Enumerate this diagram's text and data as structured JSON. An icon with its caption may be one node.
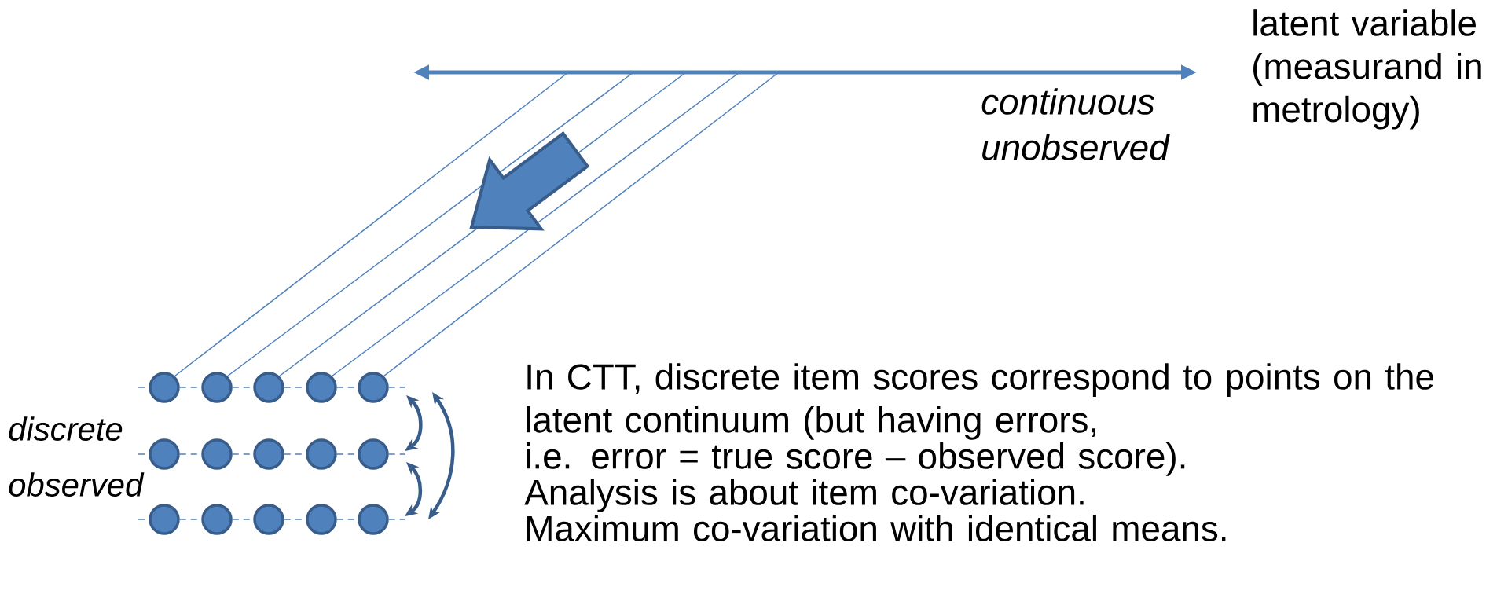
{
  "diagram": {
    "nodes": [
      {
        "text": [],
        "shape": "circle"
      },
      {
        "text": [],
        "shape": "circle"
      },
      {
        "text": [],
        "shape": "circle"
      },
      {
        "text": [],
        "shape": "circle"
      },
      {
        "text": [],
        "shape": "circle"
      },
      {
        "text": [],
        "shape": "circle"
      },
      {
        "text": [],
        "shape": "circle"
      },
      {
        "text": [],
        "shape": "circle"
      },
      {
        "text": [],
        "shape": "circle"
      },
      {
        "text": [],
        "shape": "circle"
      },
      {
        "text": [],
        "shape": "circle"
      },
      {
        "text": [],
        "shape": "circle"
      },
      {
        "text": [],
        "shape": "circle"
      },
      {
        "text": [],
        "shape": "circle"
      },
      {
        "text": [],
        "shape": "circle"
      }
    ],
    "edges": [
      {
        "from": 4,
        "to": 9,
        "arrow": "both",
        "style": "thick"
      },
      {
        "from": 9,
        "to": 14,
        "arrow": "both",
        "style": "thick"
      },
      {
        "from": 4,
        "to": 14,
        "arrow": "both",
        "style": "thick"
      },
      {
        "from": null,
        "to": 0,
        "arrow": "none",
        "style": "dashed"
      },
      {
        "from": 0,
        "to": 1,
        "arrow": "none",
        "style": "dashed"
      },
      {
        "from": 1,
        "to": 2,
        "arrow": "none",
        "style": "dashed"
      },
      {
        "from": 2,
        "to": 3,
        "arrow": "none",
        "style": "dashed"
      },
      {
        "from": 3,
        "to": 4,
        "arrow": "none",
        "style": "dashed"
      },
      {
        "from": 4,
        "to": null,
        "arrow": "none",
        "style": "dashed"
      },
      {
        "from": null,
        "to": 5,
        "arrow": "none",
        "style": "dashed"
      },
      {
        "from": 5,
        "to": 6,
        "arrow": "none",
        "style": "dashed"
      },
      {
        "from": 6,
        "to": 7,
        "arrow": "none",
        "style": "dashed"
      },
      {
        "from": 7,
        "to": 8,
        "arrow": "none",
        "style": "dashed"
      },
      {
        "from": 8,
        "to": 9,
        "arrow": "none",
        "style": "dashed"
      },
      {
        "from": 9,
        "to": null,
        "arrow": "none",
        "style": "dashed"
      },
      {
        "from": null,
        "to": 10,
        "arrow": "none",
        "style": "dashed"
      },
      {
        "from": 10,
        "to": 11,
        "arrow": "none",
        "style": "dashed"
      },
      {
        "from": 11,
        "to": 12,
        "arrow": "none",
        "style": "dashed"
      },
      {
        "from": 12,
        "to": 13,
        "arrow": "none",
        "style": "dashed"
      },
      {
        "from": 13,
        "to": 14,
        "arrow": "none",
        "style": "dashed"
      },
      {
        "from": 14,
        "to": null,
        "arrow": "none",
        "style": "dashed"
      }
    ],
    "labels": [
      "latent variable (measurand in metrology)",
      "*continuous*",
      "*unobserved*",
      "*discrete*",
      "*observed*",
      "In CTT, discrete item scores correspond to points on the latent continuum (but having errors,",
      "i.e. error = true score – observed score).",
      "Analysis is about item co-variation.",
      "Maximum co-variation with identical means."
    ]
  }
}
